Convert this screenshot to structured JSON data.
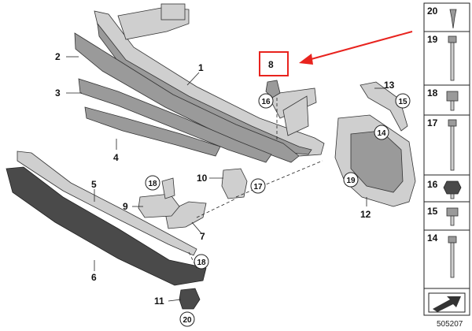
{
  "callouts": {
    "c1": "1",
    "c2": "2",
    "c3": "3",
    "c4": "4",
    "c5": "5",
    "c6": "6",
    "c7": "7",
    "c8": "8",
    "c9": "9",
    "c10": "10",
    "c11": "11",
    "c12": "12",
    "c13": "13"
  },
  "circled": {
    "k14": "14",
    "k15": "15",
    "k16": "16",
    "k17": "17",
    "k18a": "18",
    "k18b": "18",
    "k19": "19",
    "k20": "20"
  },
  "sidebar": {
    "items": [
      "20",
      "19",
      "18",
      "17",
      "16",
      "15",
      "14"
    ]
  },
  "reference_number": "505207",
  "colors": {
    "highlight": "#e8231e",
    "arrow": "#e8231e"
  }
}
